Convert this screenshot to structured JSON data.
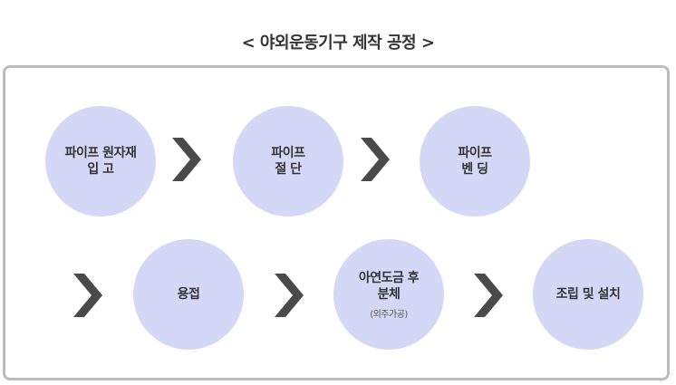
{
  "diagram": {
    "title": "< 야외운동기구 제작 공정 >",
    "steps": [
      {
        "line1": "파이프 원자재",
        "line2": "입 고",
        "note": ""
      },
      {
        "line1": "파이프",
        "line2": "절 단",
        "note": ""
      },
      {
        "line1": "파이프",
        "line2": "벤 딩",
        "note": ""
      },
      {
        "line1": "용접",
        "line2": "",
        "note": ""
      },
      {
        "line1": "아연도금 후",
        "line2": "분체",
        "note": "(외주가공)"
      },
      {
        "line1": "조립 및 설치",
        "line2": "",
        "note": ""
      }
    ],
    "colors": {
      "circle_fill": "#d4d8f7",
      "arrow": "#4a4a4a",
      "frame_border": "#bcbcbc",
      "text": "#333333"
    },
    "icons": {
      "arrow": "chevron-right-icon"
    }
  }
}
